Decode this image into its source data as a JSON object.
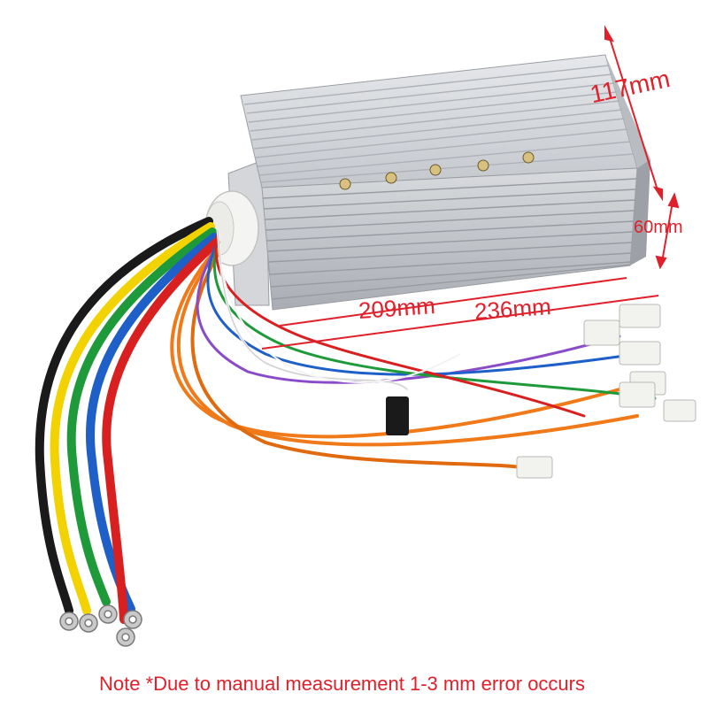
{
  "dimensions": {
    "height": "117mm",
    "depth": "60mm",
    "body_length": "209mm",
    "total_length": "236mm"
  },
  "note": "Note *Due to manual measurement 1-3 mm error occurs",
  "colors": {
    "dimension_text": "#e0202a",
    "housing": "#c9ccd1",
    "wire_black": "#1a1a1a",
    "wire_yellow": "#f2d200",
    "wire_green": "#1f9a3a",
    "wire_blue": "#1f5fc8",
    "wire_red": "#d82020",
    "wire_orange": "#f07a1a",
    "wire_purple": "#8a4bc8",
    "wire_white": "#f4f4f4"
  },
  "objects": [
    "motor-controller-housing",
    "cable-bundle",
    "connector-plugs",
    "ring-terminals"
  ]
}
